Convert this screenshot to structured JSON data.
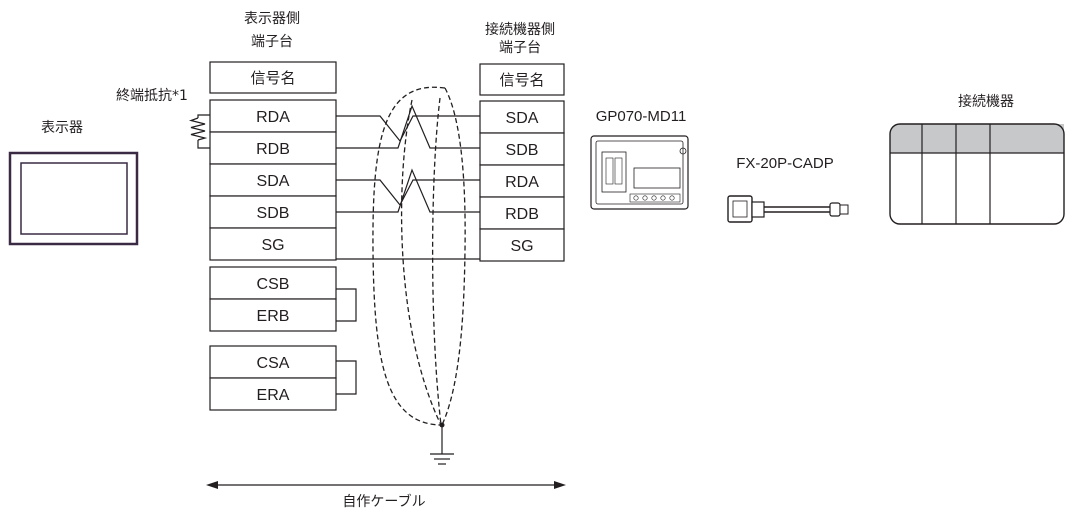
{
  "labels": {
    "display_side_line1": "表示器側",
    "display_side_line2": "端子台",
    "device_side_line1": "接続機器側",
    "device_side_line2": "端子台",
    "terminator": "終端抵抗*1",
    "display": "表示器",
    "connected_device": "接続機器",
    "adapter_model": "GP070-MD11",
    "cable_model": "FX-20P-CADP",
    "custom_cable": "自作ケーブル"
  },
  "display_terminal": {
    "header": "信号名",
    "signals": [
      "RDA",
      "RDB",
      "SDA",
      "SDB",
      "SG",
      "CSB",
      "ERB",
      "CSA",
      "ERA"
    ]
  },
  "device_terminal": {
    "header": "信号名",
    "signals": [
      "SDA",
      "SDB",
      "RDA",
      "RDB",
      "SG"
    ]
  }
}
